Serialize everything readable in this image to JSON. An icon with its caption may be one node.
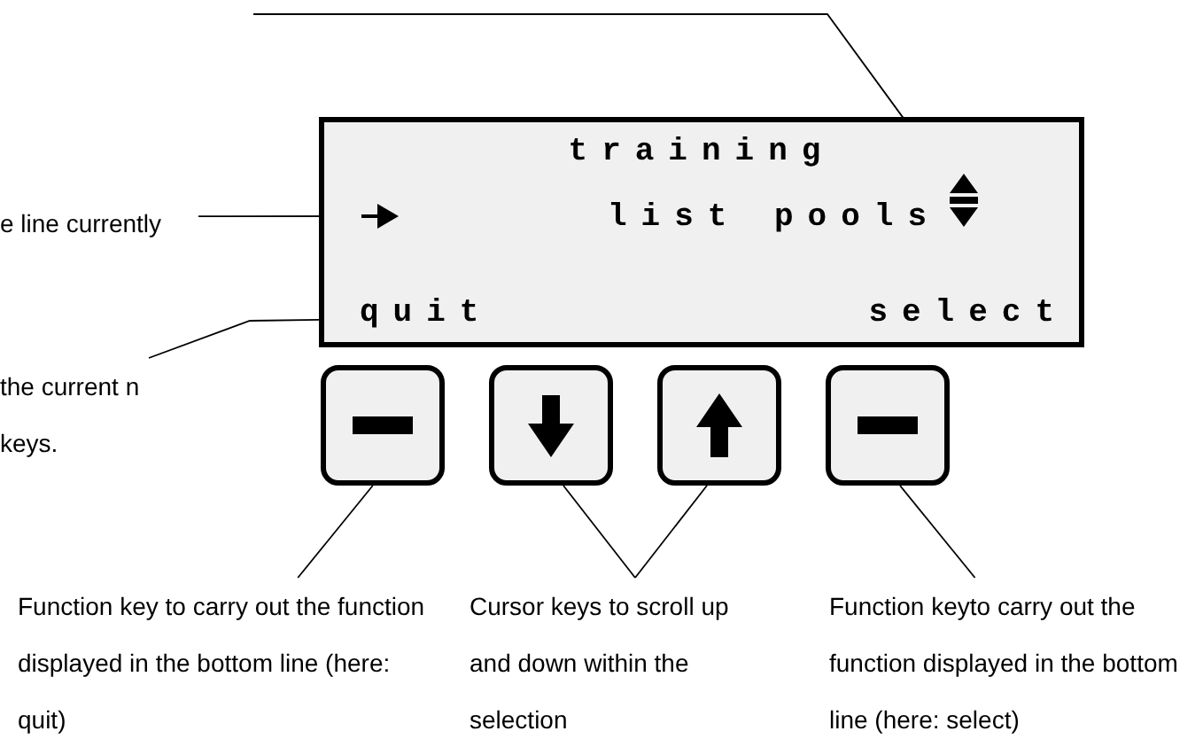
{
  "diagram": {
    "nodes": [
      {
        "text": [
          "training",
          "list pools",
          "quit",
          "select"
        ]
      },
      {
        "text": [],
        "shape": "picture",
        "in": 0
      },
      {
        "text": [],
        "shape": "picture",
        "in": 0
      },
      {
        "text": [],
        "shape": "box"
      },
      {
        "text": [],
        "shape": "box"
      },
      {
        "text": [],
        "shape": "box"
      },
      {
        "text": [],
        "shape": "box"
      },
      {
        "text": [
          "e line currently"
        ]
      },
      {
        "text": [
          "the current n keys."
        ]
      },
      {
        "text": [
          "Function key to carry out the function displayed in the bottom line (here: quit)"
        ]
      },
      {
        "text": [
          "Cursor keys to scroll up and down within the selection"
        ]
      },
      {
        "text": [
          "Function keyto carry out the function displayed in the bottom line (here: select)"
        ]
      }
    ],
    "edges": [
      {
        "from": null,
        "to": 2,
        "arrow": "none"
      },
      {
        "from": 7,
        "to": 1,
        "arrow": "none"
      },
      {
        "from": 8,
        "to": 0,
        "arrow": "none"
      },
      {
        "from": 9,
        "to": 3,
        "arrow": "none"
      },
      {
        "from": 10,
        "to": 4,
        "arrow": "none"
      },
      {
        "from": 10,
        "to": 5,
        "arrow": "none"
      },
      {
        "from": 11,
        "to": 6,
        "arrow": "none"
      }
    ]
  }
}
